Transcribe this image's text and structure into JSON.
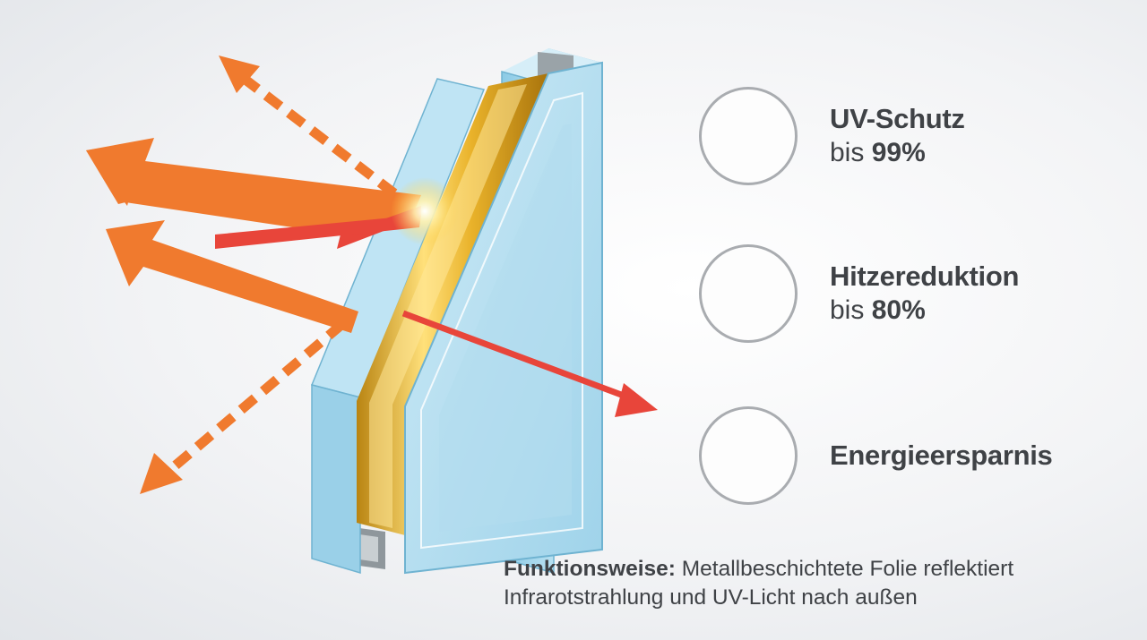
{
  "features": [
    {
      "title": "UV-Schutz",
      "prefix": "bis",
      "value": "99%",
      "icon": "sun-icon"
    },
    {
      "title": "Hitzereduktion",
      "prefix": "bis",
      "value": "80%",
      "icon": "thermometer-icon"
    },
    {
      "title": "Energieersparnis",
      "icon": "leaf-icon"
    }
  ],
  "caption": {
    "label": "Funktionsweise:",
    "line1": "Metallbeschichtete Folie reflektiert",
    "line2": "Infrarotstrahlung und UV-Licht nach außen"
  },
  "colors": {
    "arrow_orange": "#f07a2e",
    "arrow_red": "#e8453a",
    "glass": "#a9d9ee",
    "film_gold": "#e8b52a",
    "icon_border": "#a9acb0",
    "text": "#3f4246",
    "sun": "#f5b21c",
    "thermo": "#d8262b",
    "leaf": "#4caf2f"
  }
}
